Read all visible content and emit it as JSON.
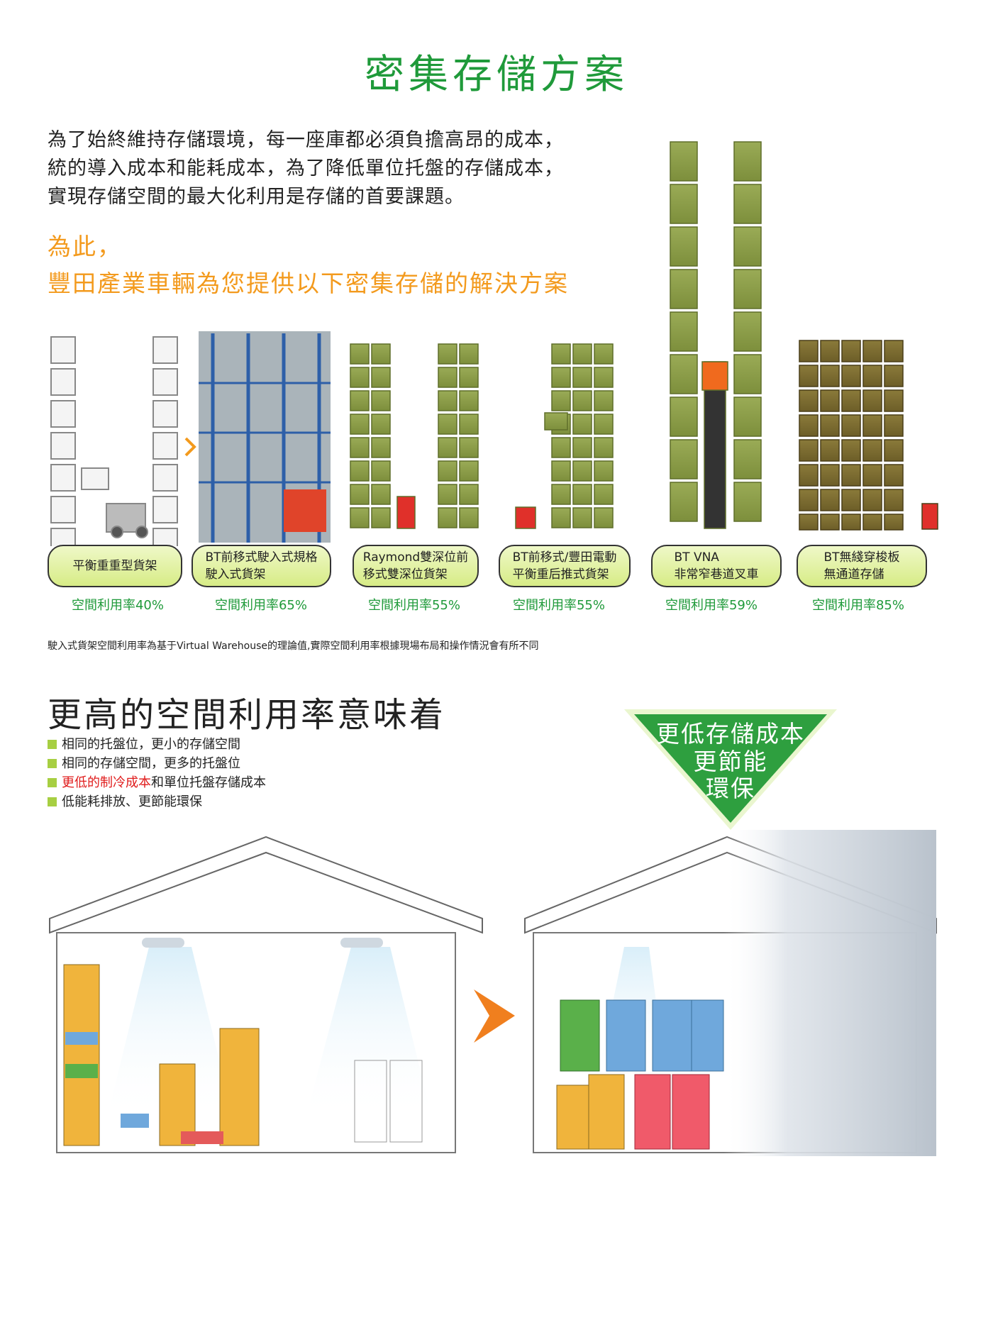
{
  "title": "密集存儲方案",
  "intro": {
    "lines": [
      "為了始終維持存儲環境，每一座庫都必須負擔高昂的成本，",
      "統的導入成本和能耗成本，為了降低單位托盤的存儲成本，",
      "實現存儲空間的最大化利用是存儲的首要課題。"
    ]
  },
  "solution": {
    "lines": [
      "為此，",
      "豐田產業車輛為您提供以下密集存儲的解決方案"
    ]
  },
  "racks": [
    {
      "label": "平衡重重型貨架",
      "rate": "空間利用率40%"
    },
    {
      "label": "BT前移式駛入式規格\n駛入式貨架",
      "rate": "空間利用率65%"
    },
    {
      "label": "Raymond雙深位前\n移式雙深位貨架",
      "rate": "空間利用率55%"
    },
    {
      "label": "BT前移式/豐田電動\n平衡重后推式貨架",
      "rate": "空間利用率55%"
    },
    {
      "label": "BT VNA\n非常窄巷道叉車",
      "rate": "空間利用率59%"
    },
    {
      "label": "BT無綫穿梭板\n無通道存儲",
      "rate": "空間利用率85%"
    }
  ],
  "note": "駛入式貨架空間利用率為基于Virtual Warehouse的理論值,實際空間利用率根據現場布局和操作情況會有所不同",
  "section2": {
    "title": "更高的空間利用率意味着",
    "bullets": [
      {
        "text": "相同的托盤位，更小的存儲空間",
        "highlight": ""
      },
      {
        "text": "相同的存儲空間，更多的托盤位",
        "highlight": ""
      },
      {
        "text": "和單位托盤存儲成本",
        "highlight": "更低的制冷成本"
      },
      {
        "text": "低能耗排放、更節能環保",
        "highlight": ""
      }
    ],
    "triangle": [
      "更低存儲成本",
      "更節能",
      "環保"
    ]
  },
  "colors": {
    "title_green": "#1f9a3a",
    "orange": "#f39a1d",
    "rack_green": "#8fa24a",
    "highlight_red": "#e01c1c",
    "triangle_green": "#2e9f3f"
  }
}
